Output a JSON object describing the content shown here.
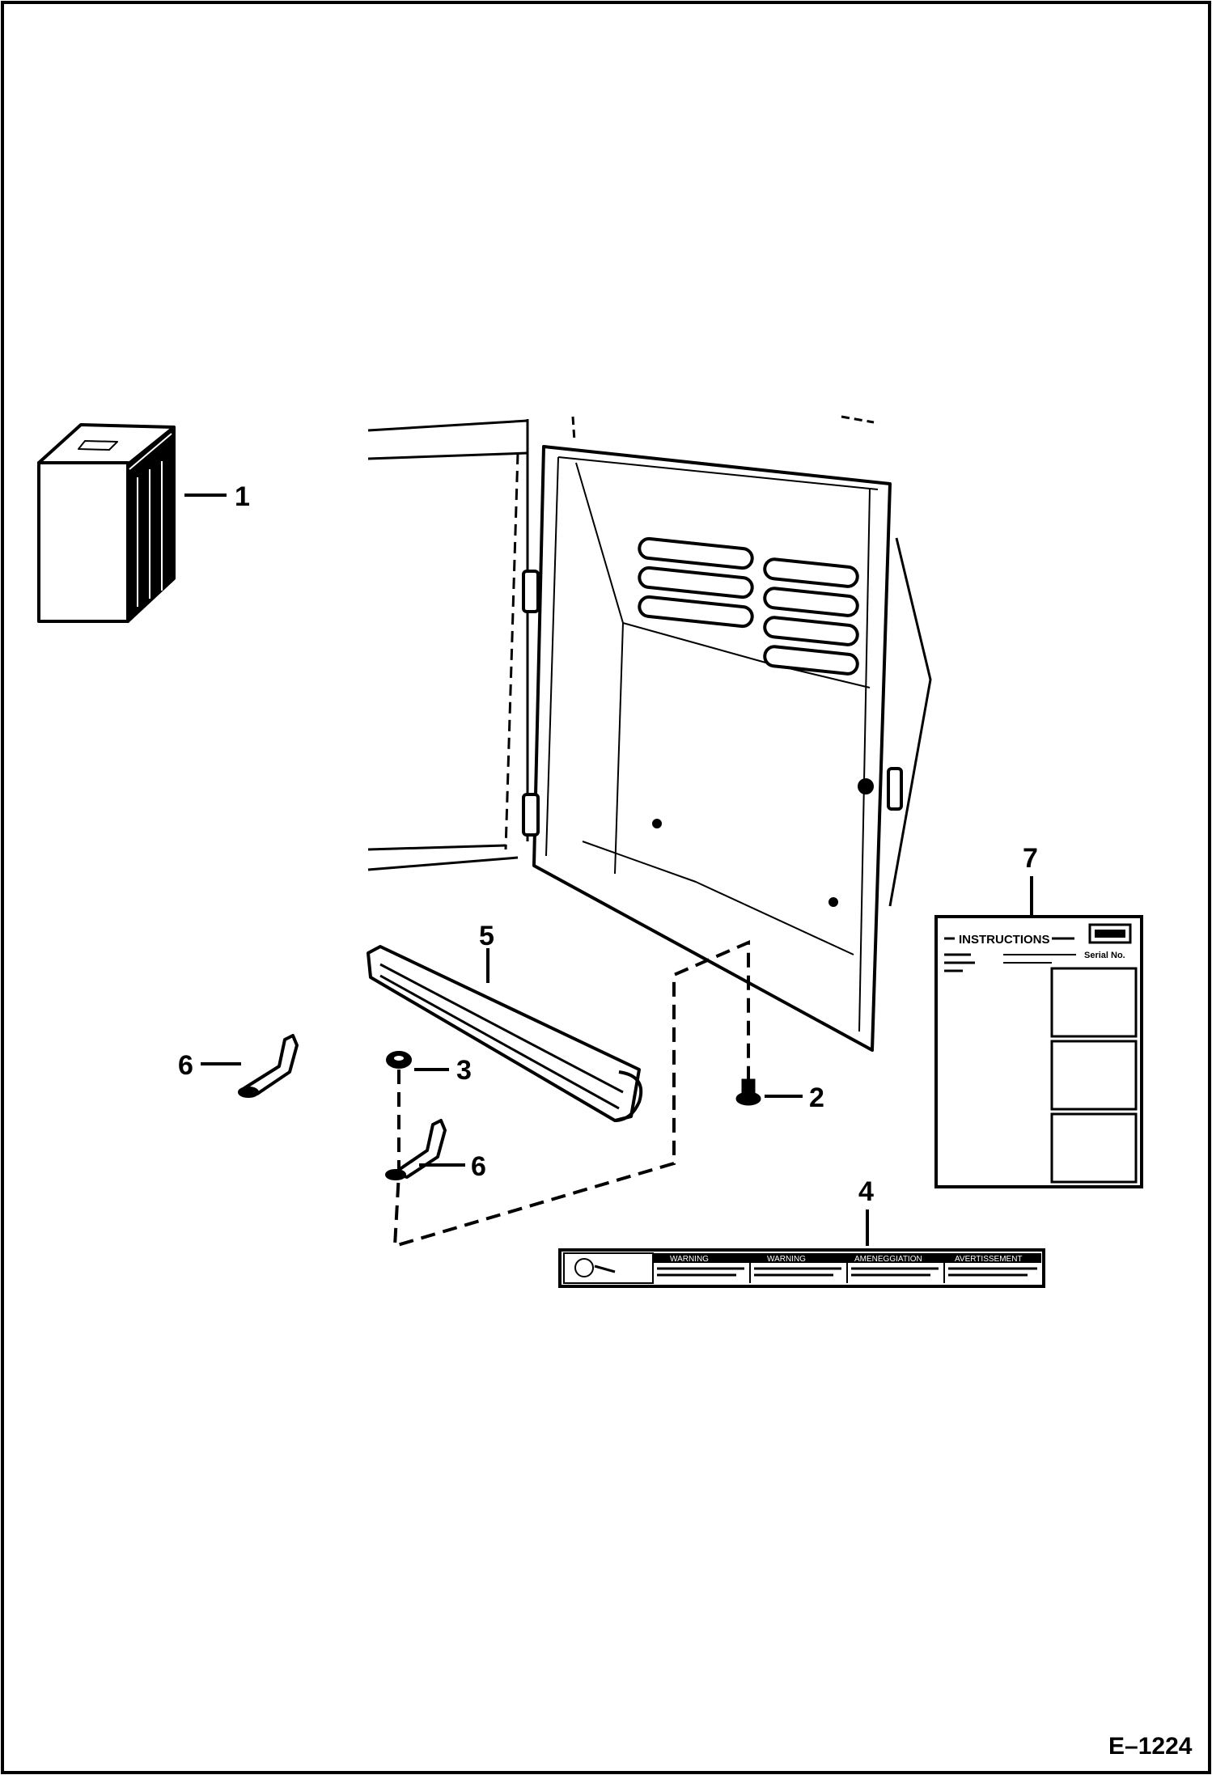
{
  "callouts": {
    "c1": "1",
    "c2": "2",
    "c3": "3",
    "c4": "4",
    "c5": "5",
    "c6a": "6",
    "c6b": "6",
    "c7": "7"
  },
  "figure_id": "E–1224",
  "decal_instructions": {
    "heading": "INSTRUCTIONS",
    "field_label": "Serial No."
  },
  "decal_warning": {
    "panels": [
      "WARNING",
      "WARNING",
      "AMENEGGIATION",
      "AVERTISSEMENT"
    ]
  },
  "colors": {
    "ink": "#000000",
    "paper": "#ffffff"
  }
}
